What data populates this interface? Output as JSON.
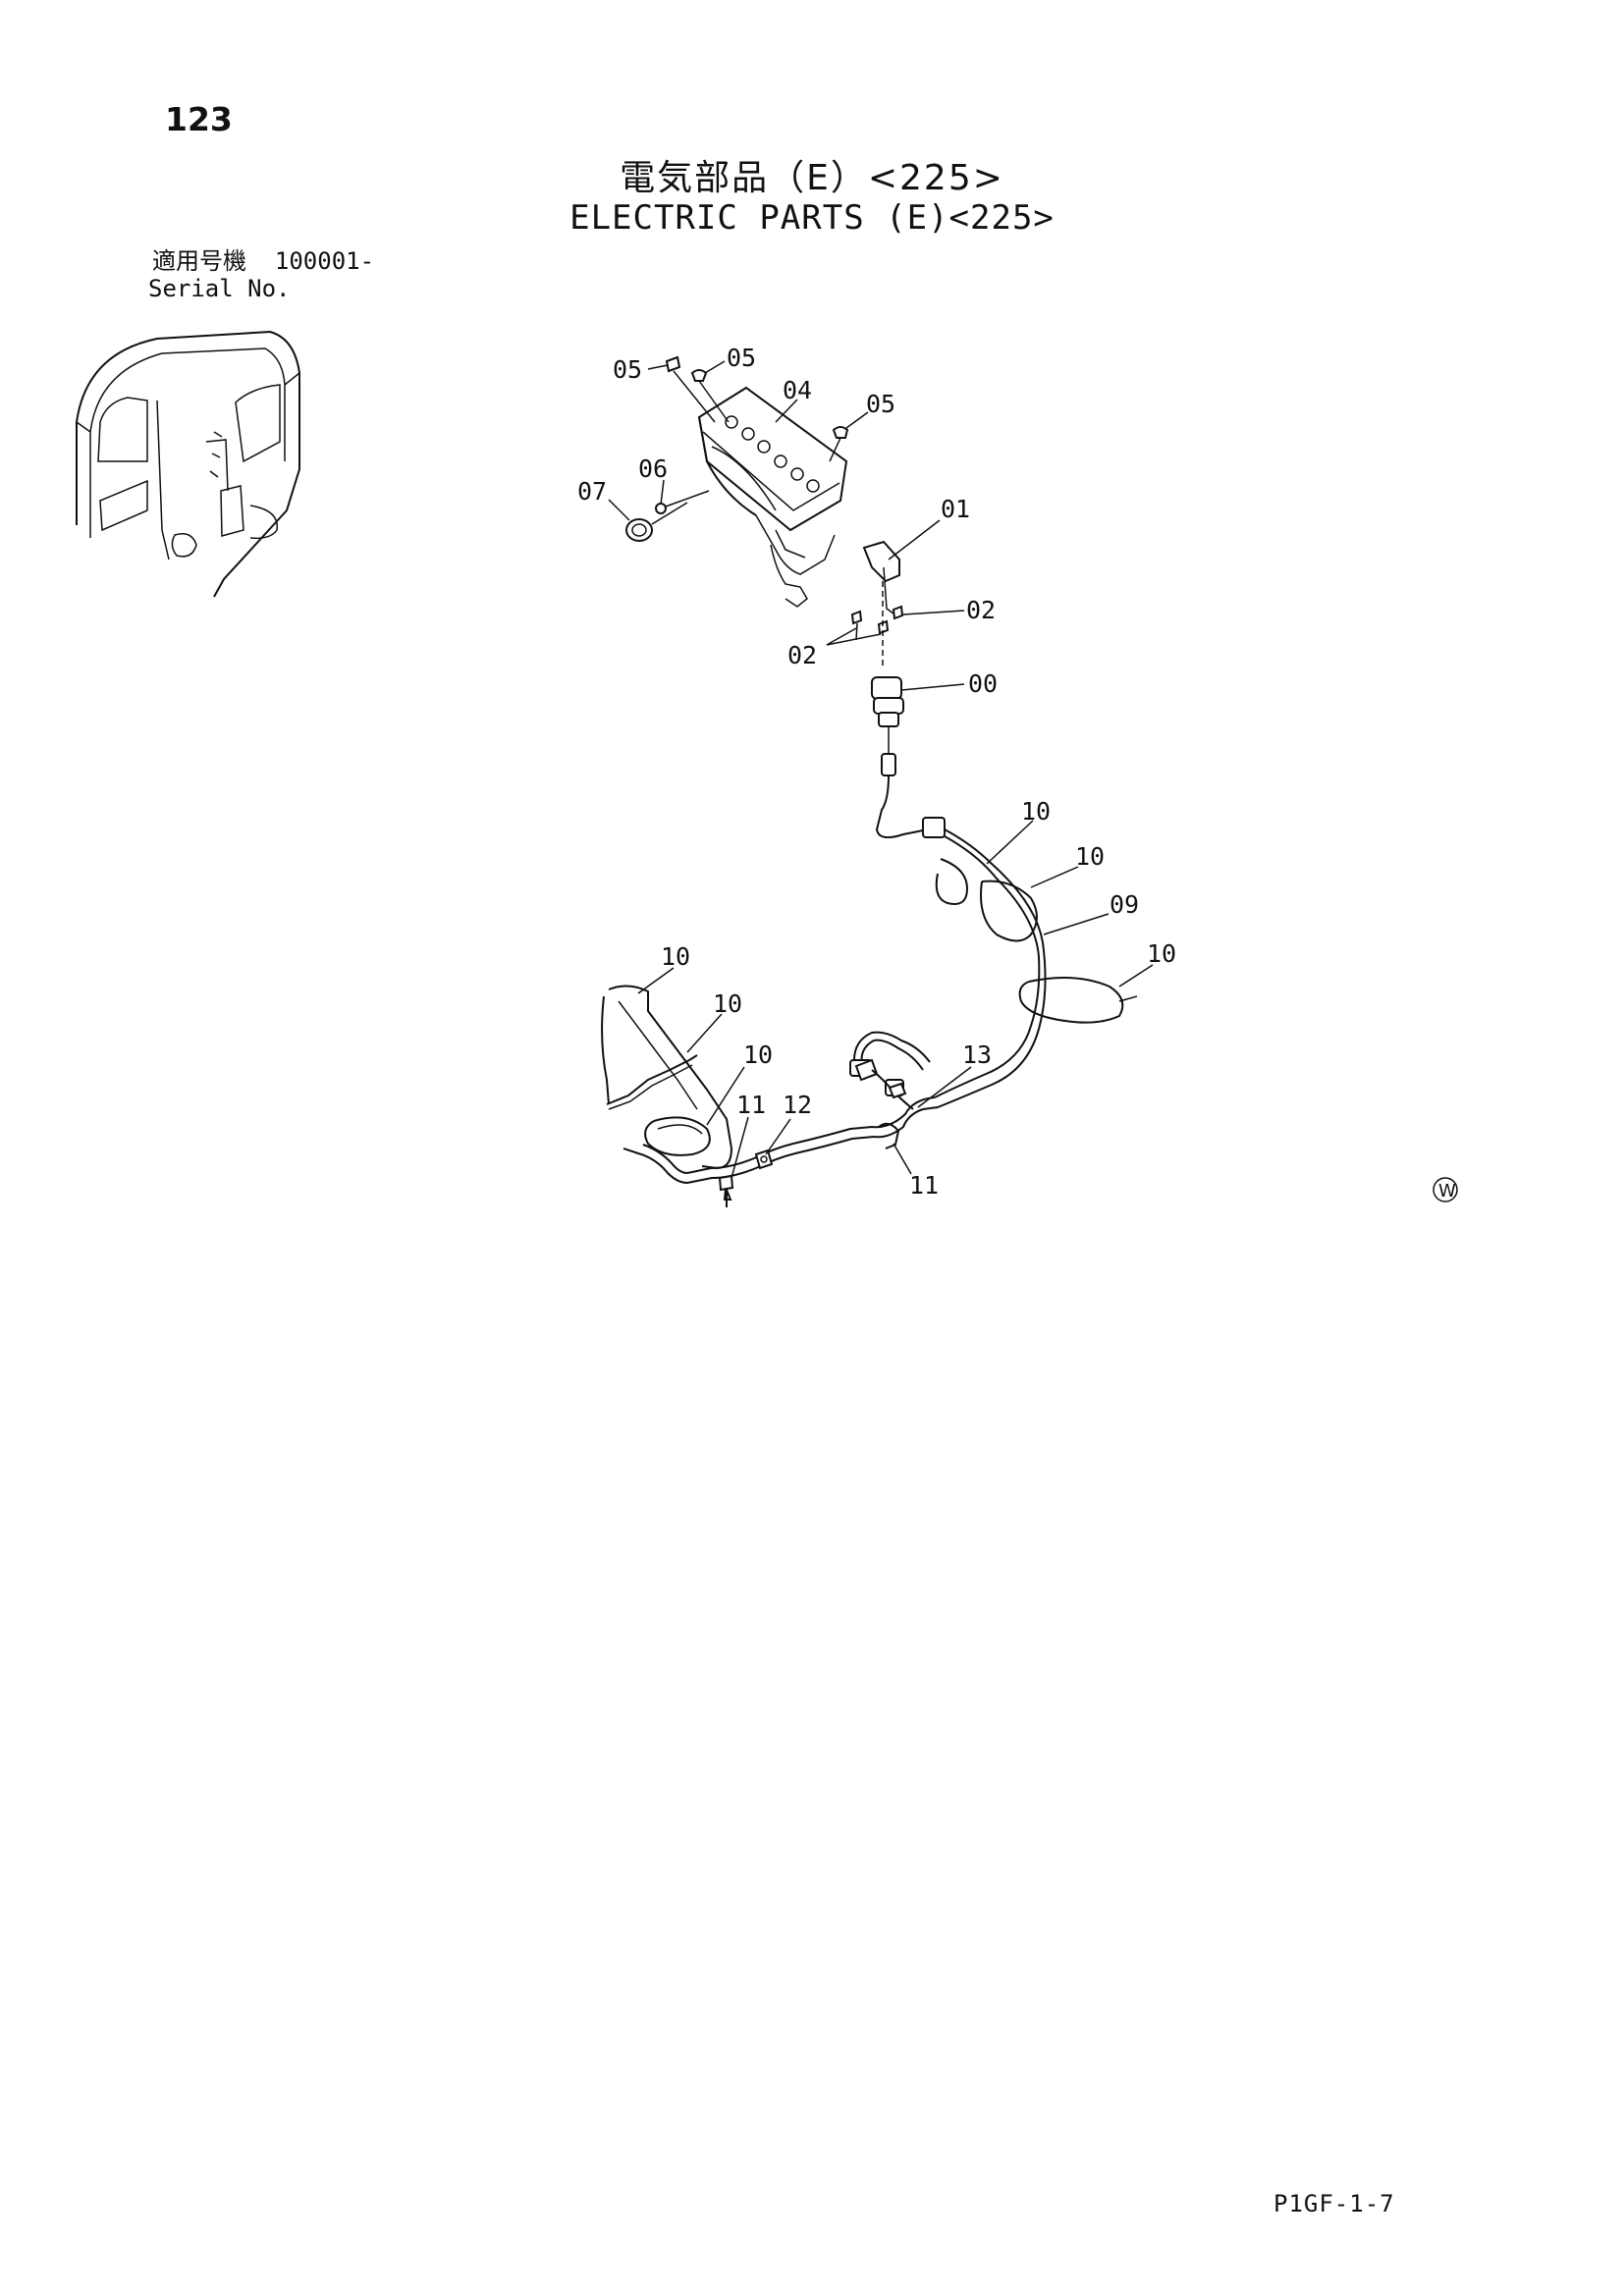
{
  "page_number": "123",
  "title": {
    "jp": "電気部品（E）<225>",
    "en": "ELECTRIC PARTS (E)<225>"
  },
  "serial": {
    "label_jp": "適用号機",
    "range": "100001-",
    "label_en": "Serial No."
  },
  "callouts": [
    {
      "id": "c05a",
      "text": "05"
    },
    {
      "id": "c05b",
      "text": "05"
    },
    {
      "id": "c04",
      "text": "04"
    },
    {
      "id": "c05c",
      "text": "05"
    },
    {
      "id": "c06",
      "text": "06"
    },
    {
      "id": "c07",
      "text": "07"
    },
    {
      "id": "c01",
      "text": "01"
    },
    {
      "id": "c02a",
      "text": "02"
    },
    {
      "id": "c02b",
      "text": "02"
    },
    {
      "id": "c00",
      "text": "00"
    },
    {
      "id": "c10a",
      "text": "10"
    },
    {
      "id": "c10b",
      "text": "10"
    },
    {
      "id": "c09",
      "text": "09"
    },
    {
      "id": "c10c",
      "text": "10"
    },
    {
      "id": "c10d",
      "text": "10"
    },
    {
      "id": "c10e",
      "text": "10"
    },
    {
      "id": "c10f",
      "text": "10"
    },
    {
      "id": "c13",
      "text": "13"
    },
    {
      "id": "c11a",
      "text": "11"
    },
    {
      "id": "c12",
      "text": "12"
    },
    {
      "id": "c11b",
      "text": "11"
    }
  ],
  "watermark": "W",
  "footer_code": "P1GF-1-7"
}
